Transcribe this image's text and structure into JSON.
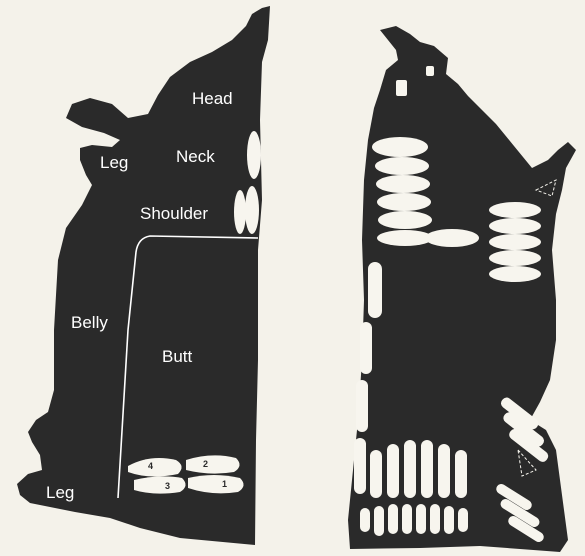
{
  "colors": {
    "paper": "#f4f2ea",
    "hide": "#2a2a2a",
    "cut_pieces": "#f7f5ee",
    "labels": "#ffffff"
  },
  "left_hide": {
    "regions": {
      "head": "Head",
      "neck": "Neck",
      "leg_top": "Leg",
      "shoulder": "Shoulder",
      "belly": "Belly",
      "butt": "Butt",
      "leg_bottom": "Leg"
    },
    "butt_pieces": [
      "1",
      "2",
      "3",
      "4"
    ]
  }
}
